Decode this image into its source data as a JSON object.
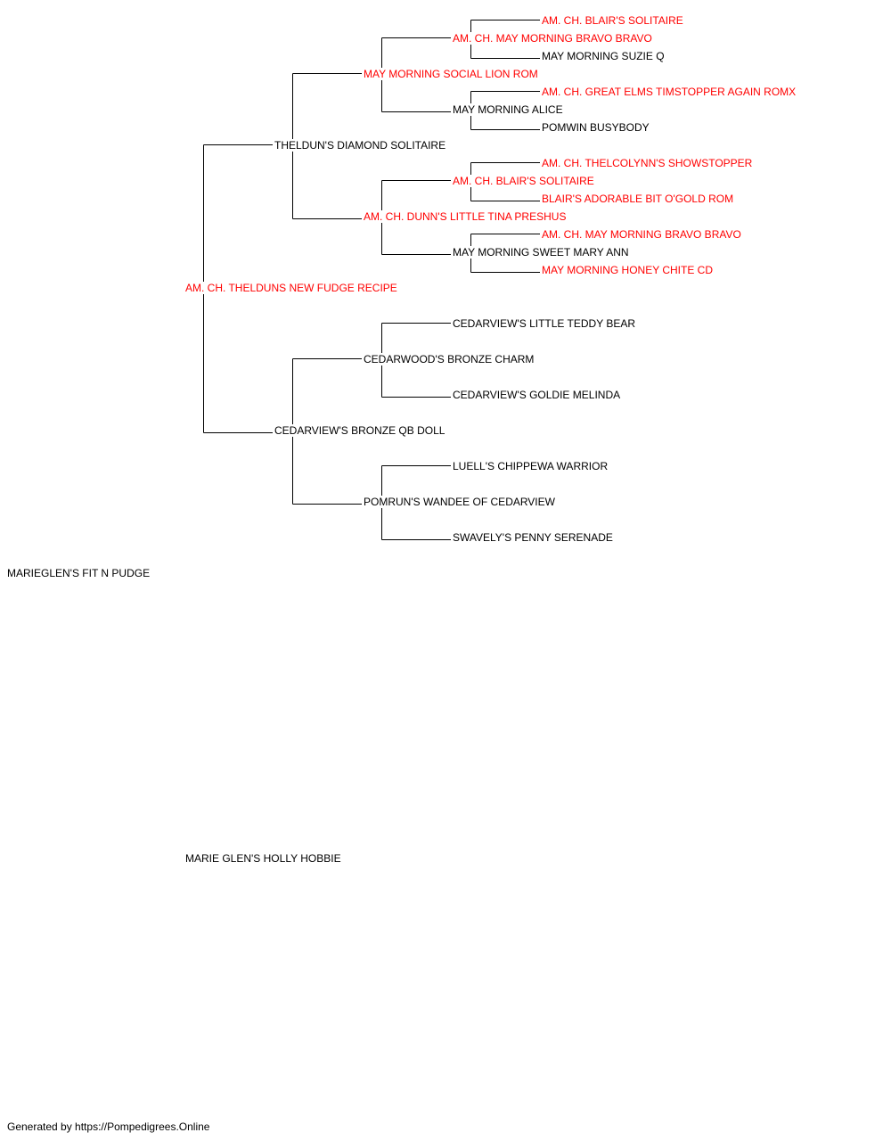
{
  "colors": {
    "champion": "#ff0000",
    "normal": "#000000",
    "line": "#000000"
  },
  "pedigree": [
    {
      "id": "dog",
      "name": "MARIEGLEN'S FIT N PUDGE",
      "champion": false
    },
    {
      "id": "s",
      "name": "AM. CH. THELDUNS NEW FUDGE RECIPE",
      "champion": true
    },
    {
      "id": "d",
      "name": "MARIE GLEN'S HOLLY HOBBIE",
      "champion": false
    },
    {
      "id": "ss",
      "name": "THELDUN'S DIAMOND SOLITAIRE",
      "champion": false
    },
    {
      "id": "sd",
      "name": "CEDARVIEW'S BRONZE QB DOLL",
      "champion": false
    },
    {
      "id": "sss",
      "name": "MAY MORNING SOCIAL LION ROM",
      "champion": true
    },
    {
      "id": "ssd",
      "name": "AM. CH. DUNN'S LITTLE TINA PRESHUS",
      "champion": true
    },
    {
      "id": "sds",
      "name": "CEDARWOOD'S BRONZE CHARM",
      "champion": false
    },
    {
      "id": "sdd",
      "name": "POMRUN'S WANDEE OF CEDARVIEW",
      "champion": false
    },
    {
      "id": "ssss",
      "name": "AM. CH. MAY MORNING BRAVO BRAVO",
      "champion": true
    },
    {
      "id": "sssd",
      "name": "MAY MORNING ALICE",
      "champion": false
    },
    {
      "id": "ssds",
      "name": "AM. CH. BLAIR'S SOLITAIRE",
      "champion": true
    },
    {
      "id": "ssdd",
      "name": "MAY MORNING SWEET MARY ANN",
      "champion": false
    },
    {
      "id": "sdss",
      "name": "CEDARVIEW'S LITTLE TEDDY BEAR",
      "champion": false
    },
    {
      "id": "sdsd",
      "name": "CEDARVIEW'S GOLDIE MELINDA",
      "champion": false
    },
    {
      "id": "sdds",
      "name": "LUELL'S CHIPPEWA WARRIOR",
      "champion": false
    },
    {
      "id": "sddd",
      "name": "SWAVELY'S PENNY SERENADE",
      "champion": false
    },
    {
      "id": "sssss",
      "name": "AM. CH. BLAIR'S SOLITAIRE",
      "champion": true
    },
    {
      "id": "ssssd",
      "name": "MAY MORNING SUZIE Q",
      "champion": false
    },
    {
      "id": "sssds",
      "name": "AM. CH. GREAT ELMS TIMSTOPPER AGAIN ROMX",
      "champion": true
    },
    {
      "id": "sssdd",
      "name": "POMWIN BUSYBODY",
      "champion": false
    },
    {
      "id": "ssdss",
      "name": "AM. CH. THELCOLYNN'S SHOWSTOPPER",
      "champion": true
    },
    {
      "id": "ssdsd",
      "name": "BLAIR'S ADORABLE BIT O'GOLD ROM",
      "champion": true
    },
    {
      "id": "ssdds",
      "name": "AM. CH. MAY MORNING BRAVO BRAVO",
      "champion": true
    },
    {
      "id": "ssddd",
      "name": "MAY MORNING HONEY CHITE CD",
      "champion": true
    }
  ],
  "footer": "Generated by https://Pompedigrees.Online"
}
